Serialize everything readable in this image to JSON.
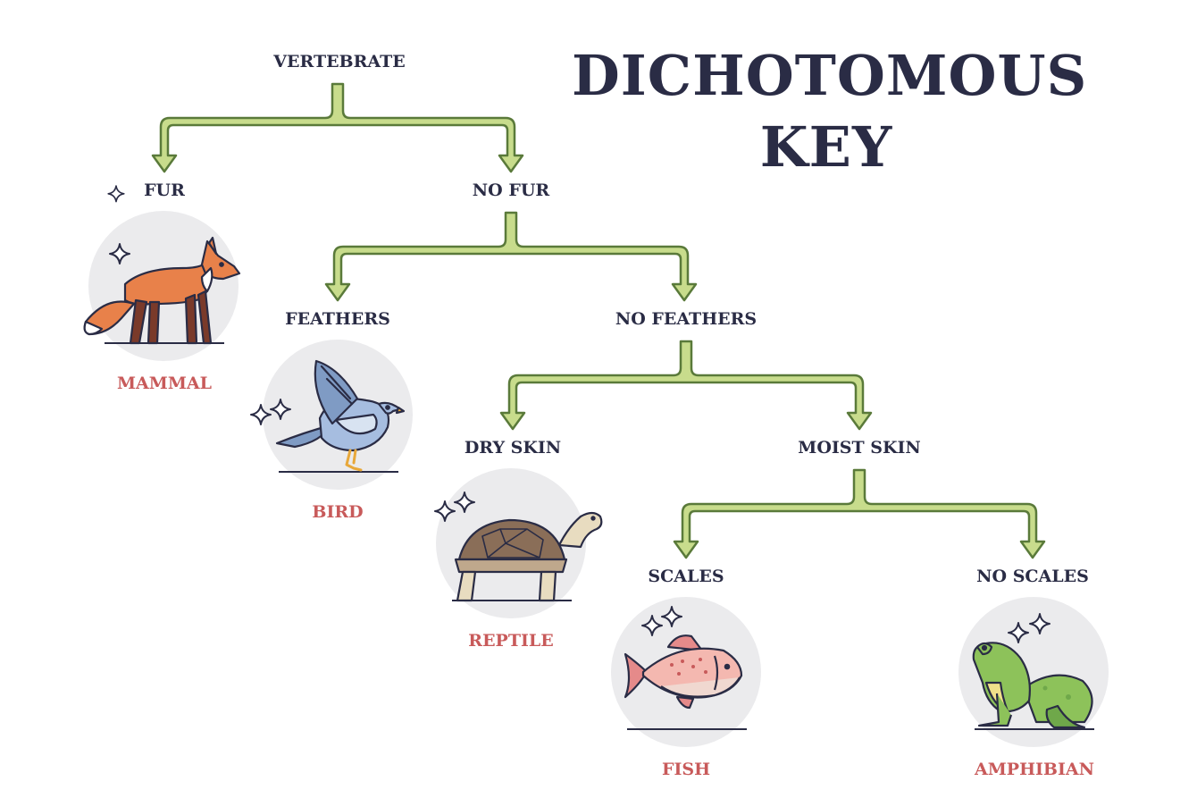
{
  "title": {
    "line1": "DICHOTOMOUS",
    "line2": "KEY"
  },
  "nodes": {
    "root": "VERTEBRATE",
    "fur": "FUR",
    "no_fur": "NO FUR",
    "feathers": "FEATHERS",
    "no_feathers": "NO FEATHERS",
    "dry_skin": "DRY SKIN",
    "moist_skin": "MOIST SKIN",
    "scales": "SCALES",
    "no_scales": "NO SCALES"
  },
  "results": {
    "mammal": "MAMMAL",
    "bird": "BIRD",
    "reptile": "REPTILE",
    "fish": "FISH",
    "amphibian": "AMPHIBIAN"
  },
  "icons": [
    "fox-icon",
    "bird-icon",
    "tortoise-icon",
    "fish-icon",
    "frog-icon",
    "sparkle-icon"
  ],
  "colors": {
    "arrow_fill": "#c8dc8c",
    "arrow_stroke": "#5a7a3a",
    "title": "#2a2c45",
    "result": "#c85a5a",
    "circle": "#ebebed"
  }
}
